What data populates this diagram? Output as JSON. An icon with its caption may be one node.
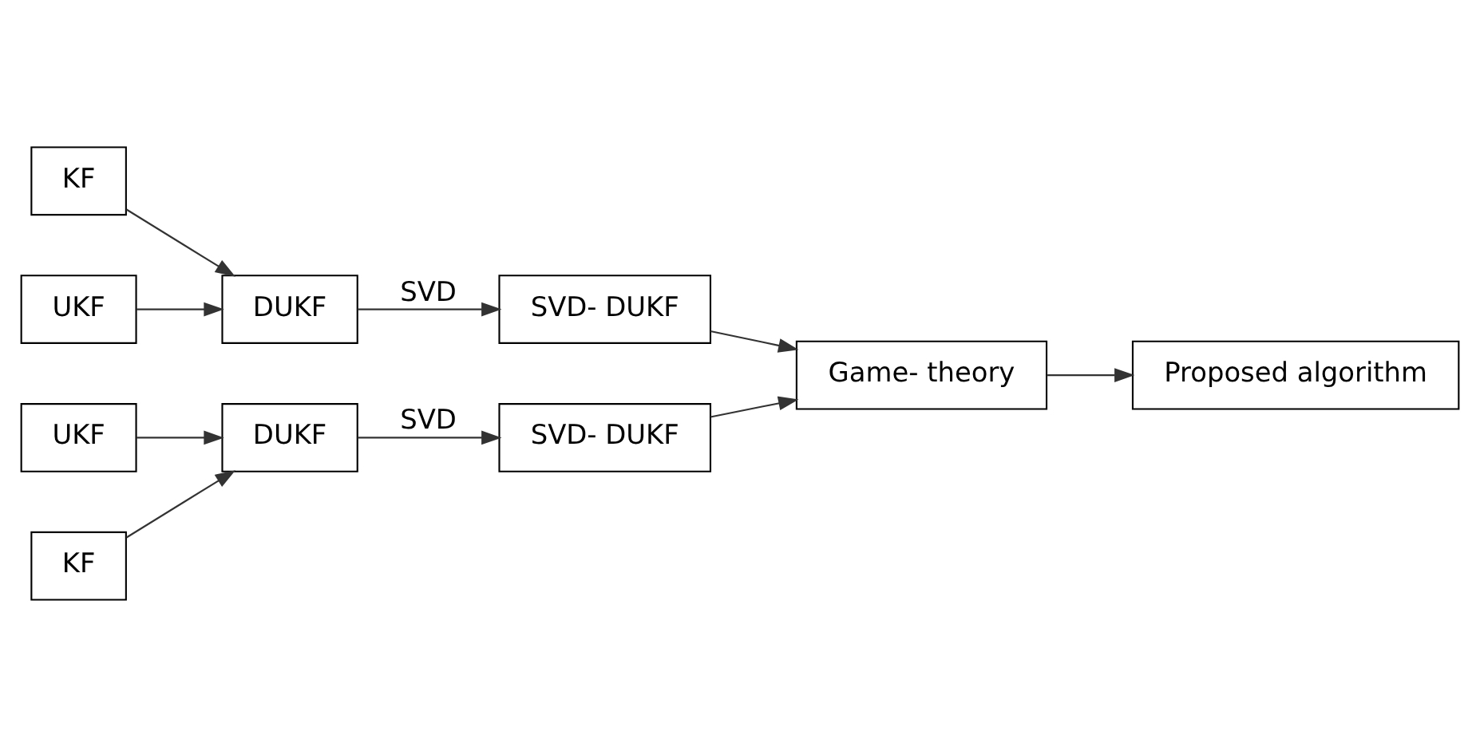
{
  "diagram": {
    "nodes": [
      {
        "text": [
          "KF"
        ]
      },
      {
        "text": [
          "UKF"
        ]
      },
      {
        "text": [
          "DUKF"
        ]
      },
      {
        "text": [
          "SVD- DUKF"
        ]
      },
      {
        "text": [
          "Game- theory"
        ]
      },
      {
        "text": [
          "Proposed algorithm"
        ]
      },
      {
        "text": [
          "KF"
        ]
      },
      {
        "text": [
          "UKF"
        ]
      },
      {
        "text": [
          "DUKF"
        ]
      },
      {
        "text": [
          "SVD- DUKF"
        ]
      }
    ],
    "edges": [
      {
        "from": 0,
        "to": 2,
        "arrow": "to"
      },
      {
        "from": 1,
        "to": 2,
        "arrow": "to"
      },
      {
        "from": 2,
        "to": 3,
        "arrow": "to",
        "label": "SVD"
      },
      {
        "from": 3,
        "to": 4,
        "arrow": "to"
      },
      {
        "from": 9,
        "to": 4,
        "arrow": "to"
      },
      {
        "from": 4,
        "to": 5,
        "arrow": "to"
      },
      {
        "from": 6,
        "to": 8,
        "arrow": "to"
      },
      {
        "from": 7,
        "to": 8,
        "arrow": "to"
      },
      {
        "from": 8,
        "to": 9,
        "arrow": "to",
        "label": "SVD"
      }
    ]
  }
}
